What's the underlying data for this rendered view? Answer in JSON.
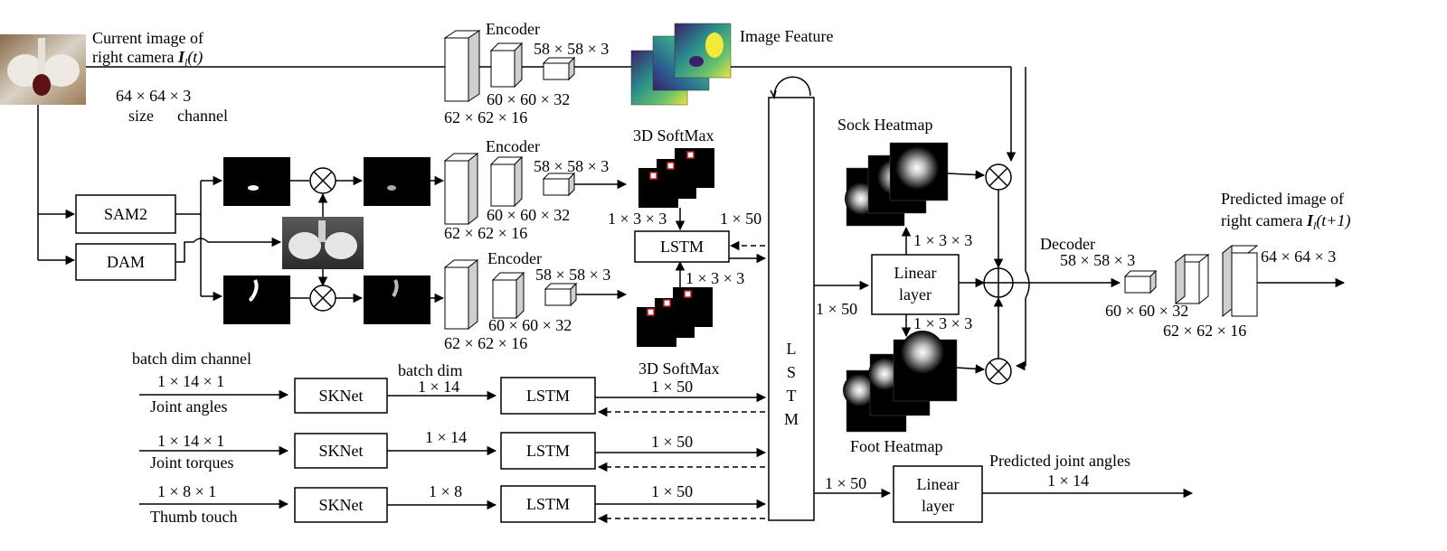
{
  "input": {
    "current_image_line1": "Current image of",
    "current_image_line2": "right camera",
    "current_image_symbol": "I",
    "current_image_sub": "l",
    "current_image_arg": "(t)",
    "input_dims": "64 × 64 × 3",
    "size_label": "size",
    "channel_label": "channel"
  },
  "encoders": {
    "title": "Encoder",
    "dim_58": "58 × 58 × 3",
    "dim_60": "60 × 60 × 32",
    "dim_62": "62 × 62 × 16"
  },
  "image_feature_label": "Image Feature",
  "preproc": {
    "sam2": "SAM2",
    "dam": "DAM"
  },
  "softmax": {
    "top_title": "3D SoftMax",
    "bottom_title": "3D SoftMax",
    "dim_133_a": "1 × 3 × 3",
    "dim_133_b": "1 × 3 × 3",
    "dim_150": "1 × 50",
    "lstm": "LSTM"
  },
  "sensors": {
    "header": "batch dim channel",
    "batch_dim": "batch   dim",
    "rows": [
      {
        "dims_in": "1 × 14 × 1",
        "name": "Joint angles",
        "sknet": "SKNet",
        "dims_mid": "1 × 14",
        "lstm": "LSTM",
        "dims_out": "1 × 50"
      },
      {
        "dims_in": "1 × 14 × 1",
        "name": "Joint torques",
        "sknet": "SKNet",
        "dims_mid": "1 × 14",
        "lstm": "LSTM",
        "dims_out": "1 × 50"
      },
      {
        "dims_in": "1 × 8 × 1",
        "name": "Thumb touch",
        "sknet": "SKNet",
        "dims_mid": "1 × 8",
        "lstm": "LSTM",
        "dims_out": "1 × 50"
      }
    ]
  },
  "main_lstm": {
    "letters": [
      "L",
      "S",
      "T",
      "M"
    ]
  },
  "heatmaps": {
    "sock": "Sock Heatmap",
    "foot": "Foot Heatmap",
    "dim_up": "1 × 3 × 3",
    "dim_down": "1 × 3 × 3"
  },
  "linear_top": {
    "line1": "Linear",
    "line2": "layer",
    "in_dim": "1 × 50"
  },
  "linear_bottom": {
    "line1": "Linear",
    "line2": "layer",
    "in_dim": "1 × 50"
  },
  "decoder": {
    "title": "Decoder",
    "dim_58": "58 × 58 × 3",
    "dim_60": "60 × 60 × 32",
    "dim_62": "62 × 62 × 16",
    "dim_64": "64 × 64 × 3"
  },
  "output_image": {
    "line1": "Predicted image of",
    "line2": "right camera",
    "symbol": "I",
    "sub": "l",
    "arg": "(t+1)"
  },
  "output_joints": {
    "label": "Predicted joint angles",
    "dims": "1 × 14"
  }
}
